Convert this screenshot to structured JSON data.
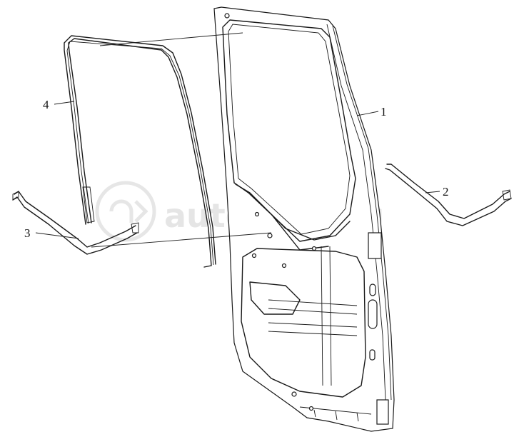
{
  "diagram": {
    "callouts": [
      {
        "id": "1",
        "label": "1"
      },
      {
        "id": "2",
        "label": "2"
      },
      {
        "id": "3",
        "label": "3"
      },
      {
        "id": "4",
        "label": "4"
      }
    ],
    "watermark": {
      "text": "autopiter.ru",
      "logo_icon": "a-arrow-logo-icon"
    }
  }
}
